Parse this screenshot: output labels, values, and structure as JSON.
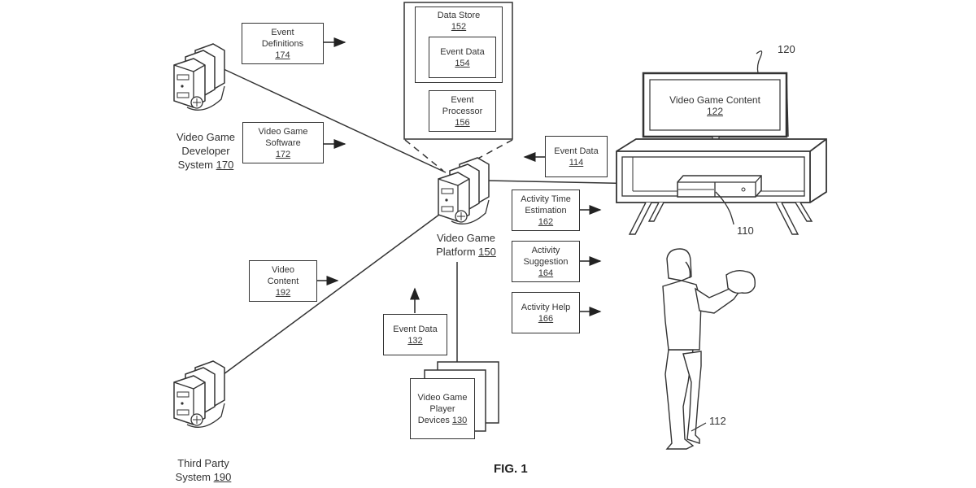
{
  "figure": {
    "label": "FIG. 1",
    "line_color": "#333333",
    "background": "#ffffff"
  },
  "nodes": {
    "developer_system": {
      "line1": "Video Game",
      "line2": "Developer",
      "line3": "System",
      "ref": "170",
      "icon": "server-icon"
    },
    "third_party_system": {
      "line1": "Third Party",
      "line2": "System",
      "ref": "190",
      "icon": "server-icon"
    },
    "platform": {
      "line1": "Video Game",
      "line2": "Platform",
      "ref": "150",
      "icon": "server-icon"
    },
    "player_devices": {
      "line1": "Video Game",
      "line2": "Player",
      "line3": "Devices",
      "ref": "130"
    },
    "display": {
      "ref": "120",
      "content_label": "Video Game Content",
      "content_ref": "122"
    },
    "console": {
      "ref": "110"
    },
    "user": {
      "ref": "112"
    }
  },
  "boxes": {
    "event_definitions": {
      "line1": "Event",
      "line2": "Definitions",
      "ref": "174"
    },
    "video_game_software": {
      "line1": "Video Game",
      "line2": "Software",
      "ref": "172"
    },
    "video_content": {
      "line1": "Video",
      "line2": "Content",
      "ref": "192"
    },
    "data_store": {
      "line1": "Data Store",
      "ref": "152"
    },
    "event_data_154": {
      "line1": "Event Data",
      "ref": "154"
    },
    "event_processor": {
      "line1": "Event",
      "line2": "Processor",
      "ref": "156"
    },
    "event_data_114": {
      "line1": "Event Data",
      "ref": "114"
    },
    "event_data_132": {
      "line1": "Event Data",
      "ref": "132"
    },
    "activity_time_estimation": {
      "line1": "Activity Time",
      "line2": "Estimation",
      "ref": "162"
    },
    "activity_suggestion": {
      "line1": "Activity",
      "line2": "Suggestion",
      "ref": "164"
    },
    "activity_help": {
      "line1": "Activity Help",
      "ref": "166"
    }
  }
}
